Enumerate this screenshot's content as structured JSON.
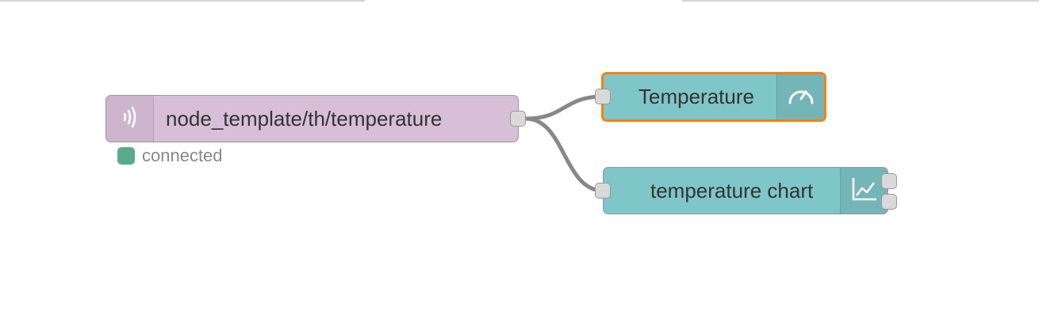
{
  "flow": {
    "nodes": [
      {
        "id": "mqtt-in",
        "type": "mqtt in",
        "label": "node_template/th/temperature",
        "color": "#d8bfd8",
        "icon": "mqtt-wave-icon",
        "status": {
          "text": "connected",
          "color": "#5a9"
        }
      },
      {
        "id": "gauge",
        "type": "ui_gauge",
        "label": "Temperature",
        "color": "#7ec6c8",
        "icon": "gauge-icon",
        "selected": true
      },
      {
        "id": "chart",
        "type": "ui_chart",
        "label": "temperature chart",
        "color": "#7ec6c8",
        "icon": "line-chart-icon"
      }
    ],
    "wires": [
      {
        "from": "mqtt-in",
        "to": "gauge"
      },
      {
        "from": "mqtt-in",
        "to": "chart"
      }
    ],
    "colors": {
      "selection": "#ff7f0e",
      "wire": "#888888",
      "port": "#d9d9d9"
    }
  }
}
